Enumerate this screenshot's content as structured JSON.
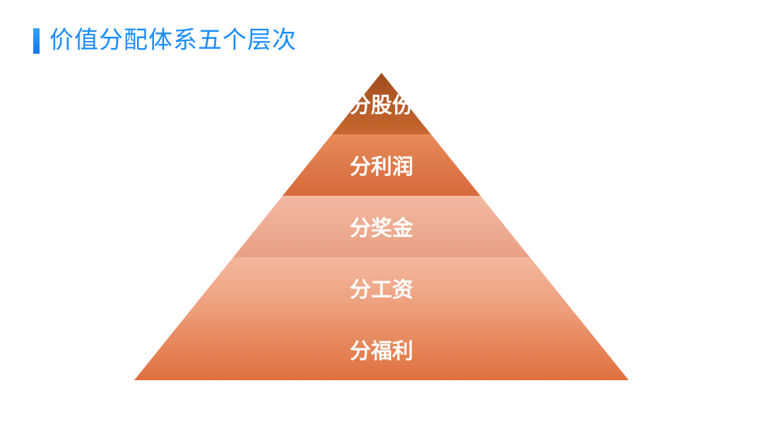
{
  "title": "价值分配体系五个层次",
  "pyramid": {
    "layers": [
      {
        "label": "分股份",
        "color_top": "#a14d1f",
        "color_bottom": "#c8672f"
      },
      {
        "label": "分利润",
        "color_top": "#e88a5a",
        "color_bottom": "#d7693a"
      },
      {
        "label": "分奖金",
        "color_top": "#f2b8a0",
        "color_bottom": "#e9a085"
      },
      {
        "label": "分工资",
        "color_top": "#f4b79c",
        "color_bottom": "#ec9a76"
      },
      {
        "label": "分福利",
        "color_top": "#ea9770",
        "color_bottom": "#e0703e"
      }
    ]
  }
}
